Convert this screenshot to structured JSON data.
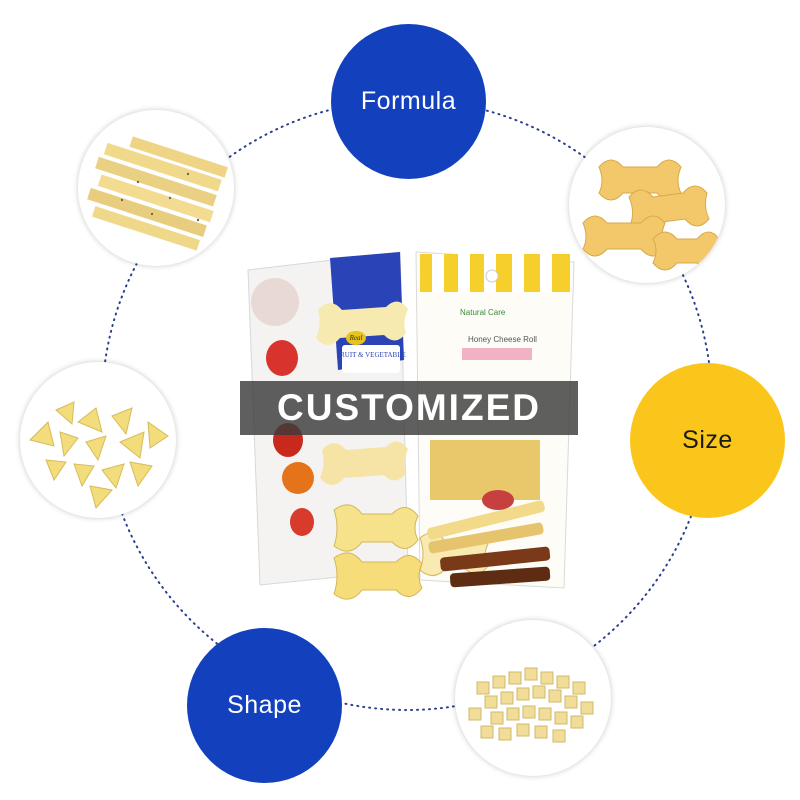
{
  "banner": {
    "text": "CUSTOMIZED"
  },
  "bubbles": {
    "formula": "Formula",
    "size": "Size",
    "shape": "Shape"
  },
  "colors": {
    "blue": "#1340bd",
    "yellow": "#fbc61b",
    "ring": "#2a3f8f"
  },
  "package_left": {
    "tag": "FRUIT & VEGETABLE",
    "badge": "Real"
  },
  "package_right": {
    "brand": "Natural Care",
    "product": "Honey Cheese Roll"
  }
}
